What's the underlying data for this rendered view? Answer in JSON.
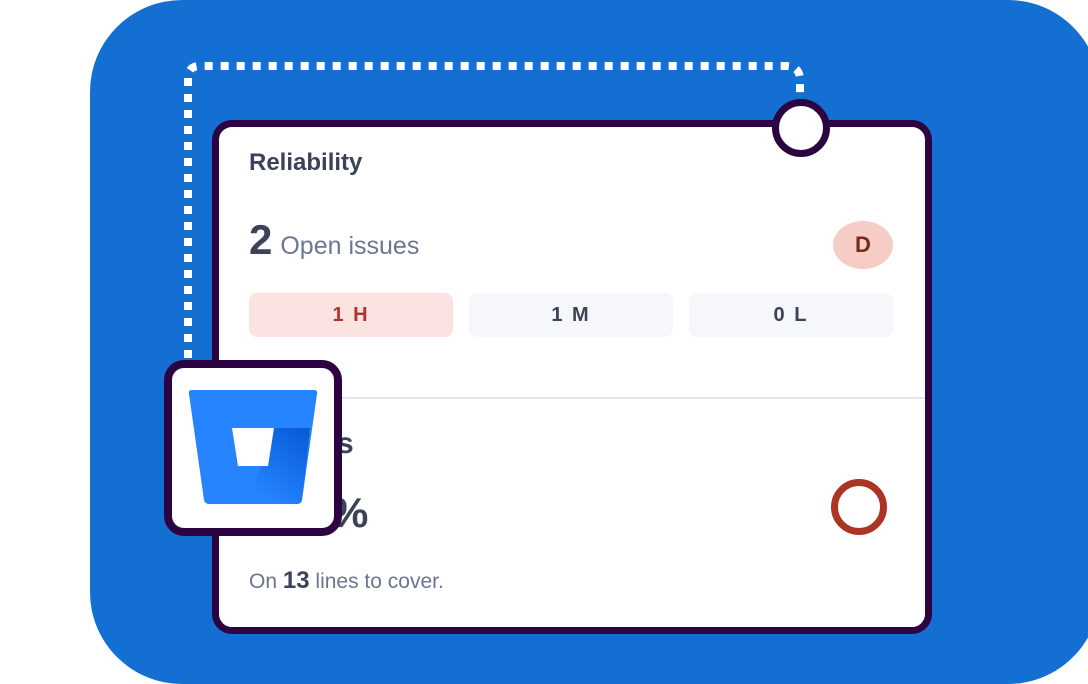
{
  "card": {
    "title": "Reliability",
    "issues": {
      "count": "2",
      "label": "Open issues"
    },
    "grade": "D",
    "severities": [
      {
        "label": "1 H",
        "level": "high"
      },
      {
        "label": "1 M",
        "level": "medium"
      },
      {
        "label": "0 L",
        "level": "low"
      }
    ],
    "coverage": {
      "partial_text": "s",
      "percent_suffix": "%",
      "footer_prefix": "On",
      "footer_count": "13",
      "footer_suffix": "lines to cover."
    }
  },
  "logo": {
    "icon": "bitbucket-icon"
  },
  "colors": {
    "background": "#146fd3",
    "border": "#2c0442",
    "high_bg": "#fae3e1",
    "high_text": "#b3342a",
    "grade_bg": "#f6cdc6",
    "ring": "#ab3424"
  }
}
